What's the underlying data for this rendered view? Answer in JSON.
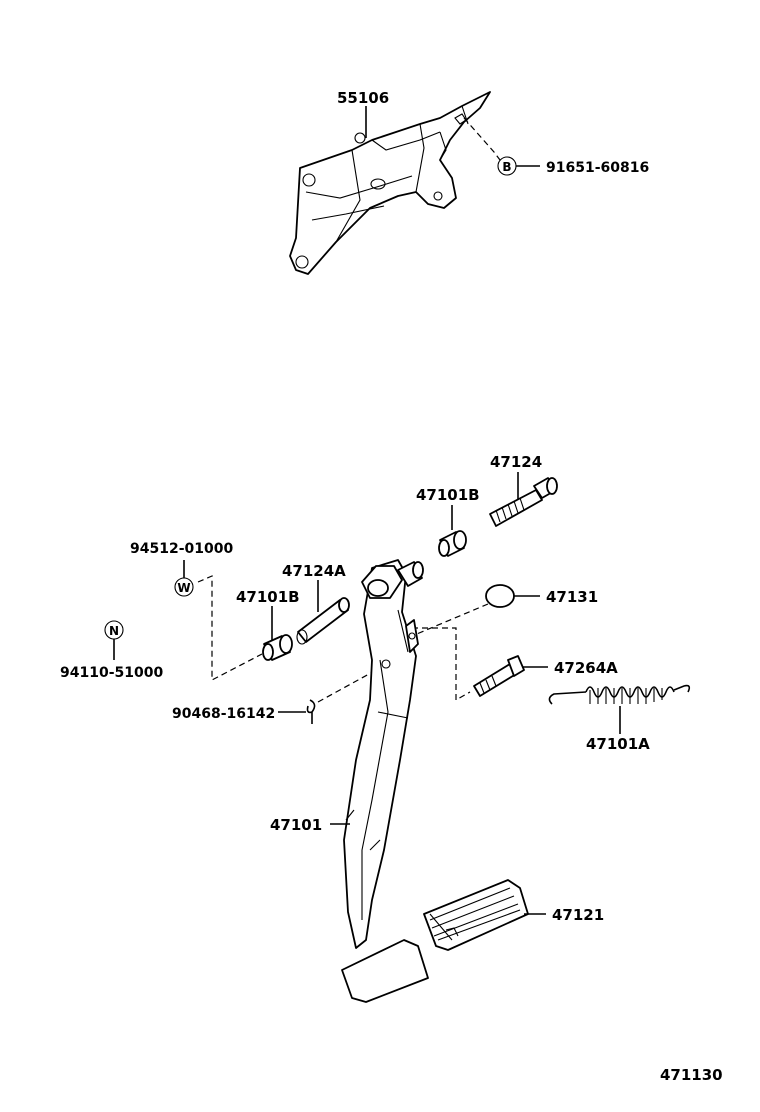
{
  "diagram": {
    "labels": {
      "bracket": "55106",
      "bracket_bolt": "91651-60816",
      "bolt_top": "47124",
      "bushing_right": "47101B",
      "washer": "94512-01000",
      "collar": "47124A",
      "bushing_left": "47101B",
      "nut": "94110-51000",
      "stopper": "47131",
      "bolt_right": "47264A",
      "spring": "47101A",
      "clip": "90468-16142",
      "pedal_arm": "47101",
      "pedal_pad": "47121",
      "figure_code": "471130"
    },
    "circle_symbols": {
      "bracket_bolt": "B",
      "washer": "W",
      "nut": "N"
    }
  }
}
